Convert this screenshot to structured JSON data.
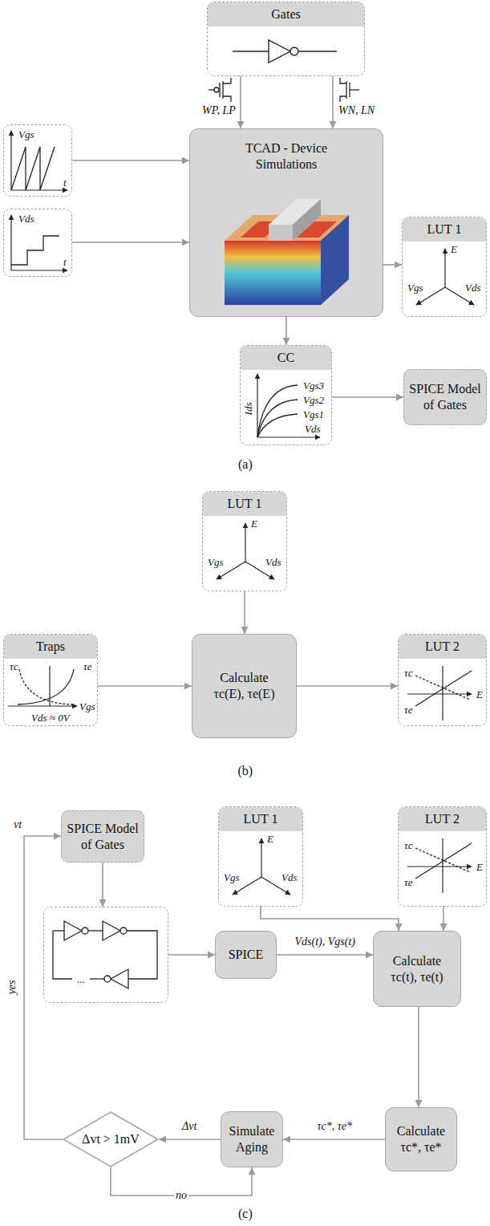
{
  "diagram": {
    "nodes": [
      {
        "text": [
          "Gates"
        ]
      },
      {
        "text": [
          "Vgs",
          "t"
        ]
      },
      {
        "text": [
          "Vds",
          "t"
        ]
      },
      {
        "text": [
          "TCAD - Device Simulations"
        ]
      },
      {
        "text": [
          "LUT 1",
          "E",
          "Vgs",
          "Vds"
        ]
      },
      {
        "text": [
          "CC",
          "Ids",
          "Vds",
          "Vgs3",
          "Vgs2",
          "Vgs1"
        ]
      },
      {
        "text": [
          "SPICE Model of Gates"
        ]
      },
      {
        "text": [
          "LUT 1",
          "E",
          "Vgs",
          "Vds"
        ]
      },
      {
        "text": [
          "Traps",
          "τc",
          "τe",
          "Vgs",
          "Vds ≈ 0V"
        ]
      },
      {
        "text": [
          "Calculate τc(E), τe(E)"
        ]
      },
      {
        "text": [
          "LUT 2",
          "τc",
          "τe",
          "E"
        ]
      },
      {
        "text": [
          "SPICE Model of Gates"
        ]
      },
      {
        "text": [
          "LUT 1",
          "E",
          "Vgs",
          "Vds"
        ]
      },
      {
        "text": [
          "LUT 2",
          "τc",
          "τe",
          "E"
        ]
      },
      {
        "text": [
          "..."
        ]
      },
      {
        "text": [
          "SPICE"
        ]
      },
      {
        "text": [
          "Calculate τc(t), τe(t)"
        ]
      },
      {
        "text": [
          "Δvt > 1mV"
        ]
      },
      {
        "text": [
          "Simulate Aging"
        ]
      },
      {
        "text": [
          "Calculate τc*, τe*"
        ]
      }
    ],
    "edges": [
      {
        "from": 0,
        "to": 3,
        "arrow": "to",
        "label": "WP, LP"
      },
      {
        "from": 0,
        "to": 3,
        "arrow": "to",
        "label": "WN, LN"
      },
      {
        "from": 1,
        "to": 3,
        "arrow": "to"
      },
      {
        "from": 2,
        "to": 3,
        "arrow": "to"
      },
      {
        "from": 3,
        "to": 4,
        "arrow": "to"
      },
      {
        "from": 3,
        "to": 5,
        "arrow": "to"
      },
      {
        "from": 5,
        "to": 6,
        "arrow": "to"
      },
      {
        "from": 7,
        "to": 9,
        "arrow": "to"
      },
      {
        "from": 8,
        "to": 9,
        "arrow": "to"
      },
      {
        "from": 9,
        "to": 10,
        "arrow": "to"
      },
      {
        "from": 11,
        "to": 14,
        "arrow": "to"
      },
      {
        "from": 14,
        "to": 15,
        "arrow": "to"
      },
      {
        "from": 15,
        "to": 16,
        "arrow": "to",
        "label": "Vds(t), Vgs(t)"
      },
      {
        "from": 12,
        "to": 16,
        "arrow": "to"
      },
      {
        "from": 13,
        "to": 16,
        "arrow": "to"
      },
      {
        "from": 16,
        "to": 19,
        "arrow": "to"
      },
      {
        "from": 19,
        "to": 18,
        "arrow": "to",
        "label": "τc*, τe*"
      },
      {
        "from": 18,
        "to": 17,
        "arrow": "to",
        "label": "Δvt"
      },
      {
        "from": 17,
        "to": 11,
        "arrow": "to",
        "label": "yes"
      },
      {
        "from": 17,
        "to": 18,
        "arrow": "to",
        "label": "no"
      }
    ],
    "labels": [
      "vt",
      "(a)",
      "(b)",
      "(c)"
    ]
  }
}
